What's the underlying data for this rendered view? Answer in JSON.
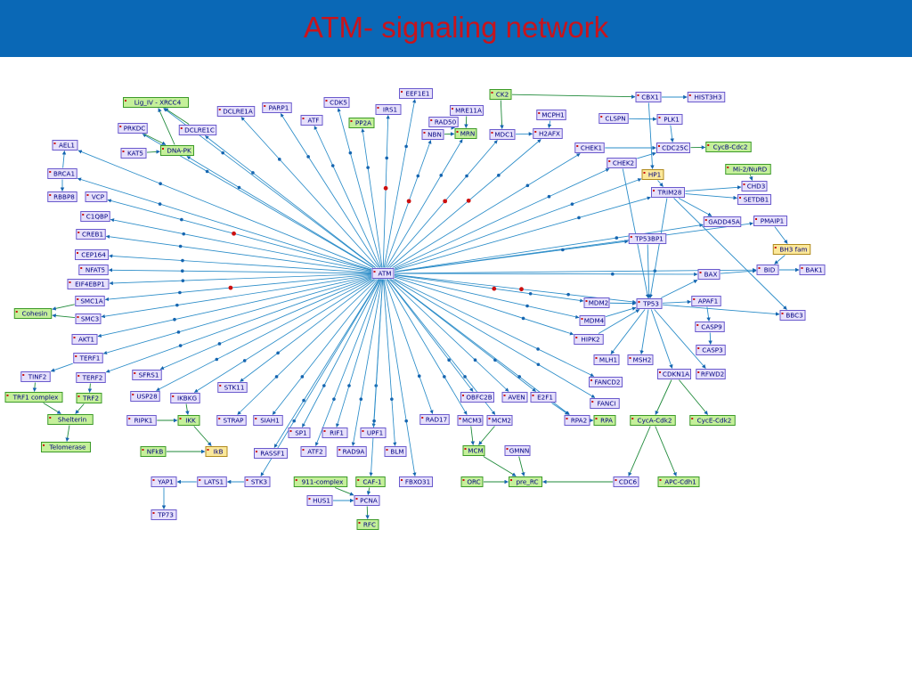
{
  "title": "ATM- signaling network",
  "colors": {
    "header_bg": "#0a68b6",
    "title": "#c8141c",
    "edge": "#2a8cc8",
    "arrow": "#1565b0",
    "protein_fill": "#e6e0fb",
    "protein_stroke": "#6a5acd",
    "complex_fill": "#c5f09a",
    "complex_stroke": "#3c9a28",
    "family_fill": "#fbe89a",
    "family_stroke": "#b08a1e",
    "marker": "#cc1010",
    "complex_link": "#1f8a3a"
  },
  "nodes": [
    {
      "id": "ATM",
      "label": "ATM",
      "kind": "protein"
    },
    {
      "id": "CK2",
      "label": "CK2",
      "kind": "complex"
    },
    {
      "id": "CBX1",
      "label": "CBX1",
      "kind": "protein"
    },
    {
      "id": "HIST3H3",
      "label": "HIST3H3",
      "kind": "protein"
    },
    {
      "id": "EEF1E1",
      "label": "EEF1E1",
      "kind": "protein"
    },
    {
      "id": "CDK5",
      "label": "CDK5",
      "kind": "protein"
    },
    {
      "id": "IRS1",
      "label": "IRS1",
      "kind": "protein"
    },
    {
      "id": "PP2A",
      "label": "PP2A",
      "kind": "complex"
    },
    {
      "id": "ATF",
      "label": "ATF",
      "kind": "protein"
    },
    {
      "id": "PARP1",
      "label": "PARP1",
      "kind": "protein"
    },
    {
      "id": "DCLRE1A",
      "label": "DCLRE1A",
      "kind": "protein"
    },
    {
      "id": "LIG4",
      "label": "Lig_IV - XRCC4",
      "kind": "complex"
    },
    {
      "id": "PRKDC",
      "label": "PRKDC",
      "kind": "protein"
    },
    {
      "id": "DCLRE1C",
      "label": "DCLRE1C",
      "kind": "protein"
    },
    {
      "id": "KAT5",
      "label": "KAT5",
      "kind": "protein"
    },
    {
      "id": "DNAPK",
      "label": "DNA-PK",
      "kind": "complex"
    },
    {
      "id": "MRE11A",
      "label": "MRE11A",
      "kind": "protein"
    },
    {
      "id": "RAD50",
      "label": "RAD50",
      "kind": "protein"
    },
    {
      "id": "NBN",
      "label": "NBN",
      "kind": "protein"
    },
    {
      "id": "MRN",
      "label": "MRN",
      "kind": "complex"
    },
    {
      "id": "MDC1",
      "label": "MDC1",
      "kind": "protein"
    },
    {
      "id": "MCPH1",
      "label": "MCPH1",
      "kind": "protein"
    },
    {
      "id": "H2AFX",
      "label": "H2AFX",
      "kind": "protein"
    },
    {
      "id": "CLSPN",
      "label": "CLSPN",
      "kind": "protein"
    },
    {
      "id": "PLK1",
      "label": "PLK1",
      "kind": "protein"
    },
    {
      "id": "CHEK1",
      "label": "CHEK1",
      "kind": "protein"
    },
    {
      "id": "CDC25C",
      "label": "CDC25C",
      "kind": "protein"
    },
    {
      "id": "CYCBCDC2",
      "label": "CycB-Cdc2",
      "kind": "complex"
    },
    {
      "id": "CHEK2",
      "label": "CHEK2",
      "kind": "protein"
    },
    {
      "id": "HP1",
      "label": "HP1",
      "kind": "family"
    },
    {
      "id": "MI2",
      "label": "Mi-2/NuRD",
      "kind": "complex"
    },
    {
      "id": "CHD3",
      "label": "CHD3",
      "kind": "protein"
    },
    {
      "id": "TRIM28",
      "label": "TRIM28",
      "kind": "protein"
    },
    {
      "id": "SETDB1",
      "label": "SETDB1",
      "kind": "protein"
    },
    {
      "id": "GADD45A",
      "label": "GADD45A",
      "kind": "protein"
    },
    {
      "id": "PMAIP1",
      "label": "PMAIP1",
      "kind": "protein"
    },
    {
      "id": "BH3",
      "label": "BH3 fam",
      "kind": "family"
    },
    {
      "id": "TP53BP1",
      "label": "TP53BP1",
      "kind": "protein"
    },
    {
      "id": "BID",
      "label": "BID",
      "kind": "protein"
    },
    {
      "id": "BAK1",
      "label": "BAK1",
      "kind": "protein"
    },
    {
      "id": "BAX",
      "label": "BAX",
      "kind": "protein"
    },
    {
      "id": "APAF1",
      "label": "APAF1",
      "kind": "protein"
    },
    {
      "id": "BBC3",
      "label": "BBC3",
      "kind": "protein"
    },
    {
      "id": "MDM2",
      "label": "MDM2",
      "kind": "protein"
    },
    {
      "id": "TP53",
      "label": "TP53",
      "kind": "protein"
    },
    {
      "id": "MDM4",
      "label": "MDM4",
      "kind": "protein"
    },
    {
      "id": "CASP9",
      "label": "CASP9",
      "kind": "protein"
    },
    {
      "id": "CASP3",
      "label": "CASP3",
      "kind": "protein"
    },
    {
      "id": "HIPK2",
      "label": "HIPK2",
      "kind": "protein"
    },
    {
      "id": "MLH1",
      "label": "MLH1",
      "kind": "protein"
    },
    {
      "id": "MSH2",
      "label": "MSH2",
      "kind": "protein"
    },
    {
      "id": "CDKN1A",
      "label": "CDKN1A",
      "kind": "protein"
    },
    {
      "id": "RFWD2",
      "label": "RFWD2",
      "kind": "protein"
    },
    {
      "id": "FANCD2",
      "label": "FANCD2",
      "kind": "protein"
    },
    {
      "id": "FANCI",
      "label": "FANCI",
      "kind": "protein"
    },
    {
      "id": "CYCACDK2",
      "label": "CycA-Cdk2",
      "kind": "complex"
    },
    {
      "id": "CYCECDK2",
      "label": "CycE-Cdk2",
      "kind": "complex"
    },
    {
      "id": "AEL1",
      "label": "AEL1",
      "kind": "protein"
    },
    {
      "id": "BRCA1",
      "label": "BRCA1",
      "kind": "protein"
    },
    {
      "id": "RBBP8",
      "label": "RBBP8",
      "kind": "protein"
    },
    {
      "id": "VCP",
      "label": "VCP",
      "kind": "protein"
    },
    {
      "id": "C1QBP",
      "label": "C1QBP",
      "kind": "protein"
    },
    {
      "id": "CREB1",
      "label": "CREB1",
      "kind": "protein"
    },
    {
      "id": "CEP164",
      "label": "CEP164",
      "kind": "protein"
    },
    {
      "id": "NFAT5",
      "label": "NFAT5",
      "kind": "protein"
    },
    {
      "id": "EIF4EBP1",
      "label": "EIF4EBP1",
      "kind": "protein"
    },
    {
      "id": "SMC1A",
      "label": "SMC1A",
      "kind": "protein"
    },
    {
      "id": "COHESIN",
      "label": "Cohesin",
      "kind": "complex"
    },
    {
      "id": "SMC3",
      "label": "SMC3",
      "kind": "protein"
    },
    {
      "id": "AKT1",
      "label": "AKT1",
      "kind": "protein"
    },
    {
      "id": "TERF1",
      "label": "TERF1",
      "kind": "protein"
    },
    {
      "id": "TINF2",
      "label": "TINF2",
      "kind": "protein"
    },
    {
      "id": "TERF2",
      "label": "TERF2",
      "kind": "protein"
    },
    {
      "id": "TRF1C",
      "label": "TRF1 complex",
      "kind": "complex"
    },
    {
      "id": "TRF2",
      "label": "TRF2",
      "kind": "complex"
    },
    {
      "id": "SHELTRIN",
      "label": "Shelterin",
      "kind": "complex"
    },
    {
      "id": "TELOMERASE",
      "label": "Telomerase",
      "kind": "complex"
    },
    {
      "id": "SFRS1",
      "label": "SFRS1",
      "kind": "protein"
    },
    {
      "id": "USP28",
      "label": "USP28",
      "kind": "protein"
    },
    {
      "id": "IKBKG",
      "label": "IKBKG",
      "kind": "protein"
    },
    {
      "id": "STK11",
      "label": "STK11",
      "kind": "protein"
    },
    {
      "id": "RIPK1",
      "label": "RIPK1",
      "kind": "protein"
    },
    {
      "id": "IKK",
      "label": "IKK",
      "kind": "complex"
    },
    {
      "id": "NFKB",
      "label": "NFkB",
      "kind": "complex"
    },
    {
      "id": "IKB",
      "label": "IkB",
      "kind": "family"
    },
    {
      "id": "STRAP",
      "label": "STRAP",
      "kind": "protein"
    },
    {
      "id": "SIAH1",
      "label": "SIAH1",
      "kind": "protein"
    },
    {
      "id": "SP1",
      "label": "SP1",
      "kind": "protein"
    },
    {
      "id": "RIF1",
      "label": "RIF1",
      "kind": "protein"
    },
    {
      "id": "UPF1",
      "label": "UPF1",
      "kind": "protein"
    },
    {
      "id": "RASSF1",
      "label": "RASSF1",
      "kind": "protein"
    },
    {
      "id": "ATF2",
      "label": "ATF2",
      "kind": "protein"
    },
    {
      "id": "RAD9A",
      "label": "RAD9A",
      "kind": "protein"
    },
    {
      "id": "BLM",
      "label": "BLM",
      "kind": "protein"
    },
    {
      "id": "RAD17",
      "label": "RAD17",
      "kind": "protein"
    },
    {
      "id": "OBFC2B",
      "label": "OBFC2B",
      "kind": "protein"
    },
    {
      "id": "AVEN",
      "label": "AVEN",
      "kind": "protein"
    },
    {
      "id": "E2F1",
      "label": "E2F1",
      "kind": "protein"
    },
    {
      "id": "MCM3",
      "label": "MCM3",
      "kind": "protein"
    },
    {
      "id": "MCM2",
      "label": "MCM2",
      "kind": "protein"
    },
    {
      "id": "RPA2",
      "label": "RPA2",
      "kind": "protein"
    },
    {
      "id": "RPA",
      "label": "RPA",
      "kind": "complex"
    },
    {
      "id": "MCM",
      "label": "MCM",
      "kind": "complex"
    },
    {
      "id": "GMNN",
      "label": "GMNN",
      "kind": "protein"
    },
    {
      "id": "YAP1",
      "label": "YAP1",
      "kind": "protein"
    },
    {
      "id": "LATS1",
      "label": "LATS1",
      "kind": "protein"
    },
    {
      "id": "STK3",
      "label": "STK3",
      "kind": "protein"
    },
    {
      "id": "TP73",
      "label": "TP73",
      "kind": "protein"
    },
    {
      "id": "NINE11",
      "label": "911-complex",
      "kind": "complex"
    },
    {
      "id": "CAF1",
      "label": "CAF-1",
      "kind": "complex"
    },
    {
      "id": "FBXO31",
      "label": "FBXO31",
      "kind": "protein"
    },
    {
      "id": "HUS1",
      "label": "HUS1",
      "kind": "protein"
    },
    {
      "id": "PCNA",
      "label": "PCNA",
      "kind": "protein"
    },
    {
      "id": "RFC",
      "label": "RFC",
      "kind": "complex"
    },
    {
      "id": "ORC",
      "label": "ORC",
      "kind": "complex"
    },
    {
      "id": "PRERC",
      "label": "pre_RC",
      "kind": "complex"
    },
    {
      "id": "CDC6",
      "label": "CDC6",
      "kind": "protein"
    },
    {
      "id": "APCCDH1",
      "label": "APC-Cdh1",
      "kind": "complex"
    }
  ],
  "spokes": [
    "EEF1E1",
    "CDK5",
    "IRS1",
    "PP2A",
    "ATF",
    "PARP1",
    "DCLRE1A",
    "LIG4",
    "PRKDC",
    "DCLRE1C",
    "DNAPK",
    "NBN",
    "MRN",
    "MDC1",
    "H2AFX",
    "CHEK1",
    "CHEK2",
    "HP1",
    "TRIM28",
    "GADD45A",
    "PMAIP1",
    "TP53BP1",
    "BID",
    "BAX",
    "TP53",
    "MDM2",
    "MDM4",
    "HIPK2",
    "FANCD2",
    "FANCI",
    "AEL1",
    "BRCA1",
    "VCP",
    "C1QBP",
    "CREB1",
    "CEP164",
    "NFAT5",
    "EIF4EBP1",
    "SMC1A",
    "SMC3",
    "AKT1",
    "TERF1",
    "TERF2",
    "SFRS1",
    "USP28",
    "IKBKG",
    "STK11",
    "STRAP",
    "SIAH1",
    "SP1",
    "RIF1",
    "UPF1",
    "RASSF1",
    "ATF2",
    "RAD9A",
    "BLM",
    "RAD17",
    "OBFC2B",
    "AVEN",
    "E2F1",
    "MCM3",
    "MCM2",
    "RPA2",
    "FBXO31",
    "CAF1",
    "STK3"
  ],
  "links": [
    [
      "CK2",
      "CBX1"
    ],
    [
      "CBX1",
      "HIST3H3"
    ],
    [
      "CK2",
      "MDC1"
    ],
    [
      "CBX1",
      "HP1"
    ],
    [
      "CLSPN",
      "PLK1"
    ],
    [
      "PLK1",
      "CDC25C"
    ],
    [
      "CDC25C",
      "CYCBCDC2"
    ],
    [
      "CHEK1",
      "CDC25C"
    ],
    [
      "CHEK2",
      "CDC25C"
    ],
    [
      "MCPH1",
      "H2AFX"
    ],
    [
      "MDC1",
      "H2AFX"
    ],
    [
      "HP1",
      "TRIM28"
    ],
    [
      "MI2",
      "CHD3"
    ],
    [
      "TRIM28",
      "CHD3"
    ],
    [
      "TRIM28",
      "SETDB1"
    ],
    [
      "TRIM28",
      "TP53"
    ],
    [
      "TRIM28",
      "GADD45A"
    ],
    [
      "TRIM28",
      "BBC3"
    ],
    [
      "PMAIP1",
      "BH3"
    ],
    [
      "BH3",
      "BID"
    ],
    [
      "BID",
      "BAK1"
    ],
    [
      "BAX",
      "BID"
    ],
    [
      "TP53",
      "BAX"
    ],
    [
      "TP53",
      "APAF1"
    ],
    [
      "APAF1",
      "CASP9"
    ],
    [
      "CASP9",
      "CASP3"
    ],
    [
      "MDM2",
      "TP53"
    ],
    [
      "MDM4",
      "TP53"
    ],
    [
      "HIPK2",
      "TP53"
    ],
    [
      "TP53",
      "MLH1"
    ],
    [
      "TP53",
      "MSH2"
    ],
    [
      "TP53",
      "CDKN1A"
    ],
    [
      "TP53",
      "RFWD2"
    ],
    [
      "TP53",
      "BBC3"
    ],
    [
      "CDKN1A",
      "CYCACDK2"
    ],
    [
      "CDKN1A",
      "CYCECDK2"
    ],
    [
      "CYCACDK2",
      "CDC6"
    ],
    [
      "CYCACDK2",
      "APCCDH1"
    ],
    [
      "CDC6",
      "PRERC"
    ],
    [
      "ORC",
      "PRERC"
    ],
    [
      "MCM",
      "PRERC"
    ],
    [
      "GMNN",
      "PRERC"
    ],
    [
      "MCM3",
      "MCM"
    ],
    [
      "MCM2",
      "MCM"
    ],
    [
      "RPA2",
      "RPA"
    ],
    [
      "TP53BP1",
      "TP53"
    ],
    [
      "CHEK2",
      "TP53"
    ],
    [
      "BRCA1",
      "AEL1"
    ],
    [
      "BRCA1",
      "RBBP8"
    ],
    [
      "SMC1A",
      "COHESIN"
    ],
    [
      "SMC3",
      "COHESIN"
    ],
    [
      "TINF2",
      "TRF1C"
    ],
    [
      "TERF2",
      "TRF2"
    ],
    [
      "TERF1",
      "TINF2"
    ],
    [
      "TRF1C",
      "SHELTRIN"
    ],
    [
      "TRF2",
      "SHELTRIN"
    ],
    [
      "SHELTRIN",
      "TELOMERASE"
    ],
    [
      "RIPK1",
      "IKK"
    ],
    [
      "IKBKG",
      "IKK"
    ],
    [
      "IKK",
      "IKB"
    ],
    [
      "NFKB",
      "IKB"
    ],
    [
      "STK3",
      "LATS1"
    ],
    [
      "LATS1",
      "YAP1"
    ],
    [
      "YAP1",
      "TP73"
    ],
    [
      "NINE11",
      "PCNA"
    ],
    [
      "HUS1",
      "PCNA"
    ],
    [
      "CAF1",
      "PCNA"
    ],
    [
      "PCNA",
      "RFC"
    ],
    [
      "PRKDC",
      "DNAPK"
    ],
    [
      "KAT5",
      "DNAPK"
    ],
    [
      "DCLRE1C",
      "LIG4"
    ],
    [
      "DNAPK",
      "LIG4"
    ],
    [
      "MRE11A",
      "MRN"
    ],
    [
      "RAD50",
      "MRN"
    ],
    [
      "NBN",
      "MRN"
    ],
    [
      "E2F1",
      "RPA2"
    ]
  ]
}
